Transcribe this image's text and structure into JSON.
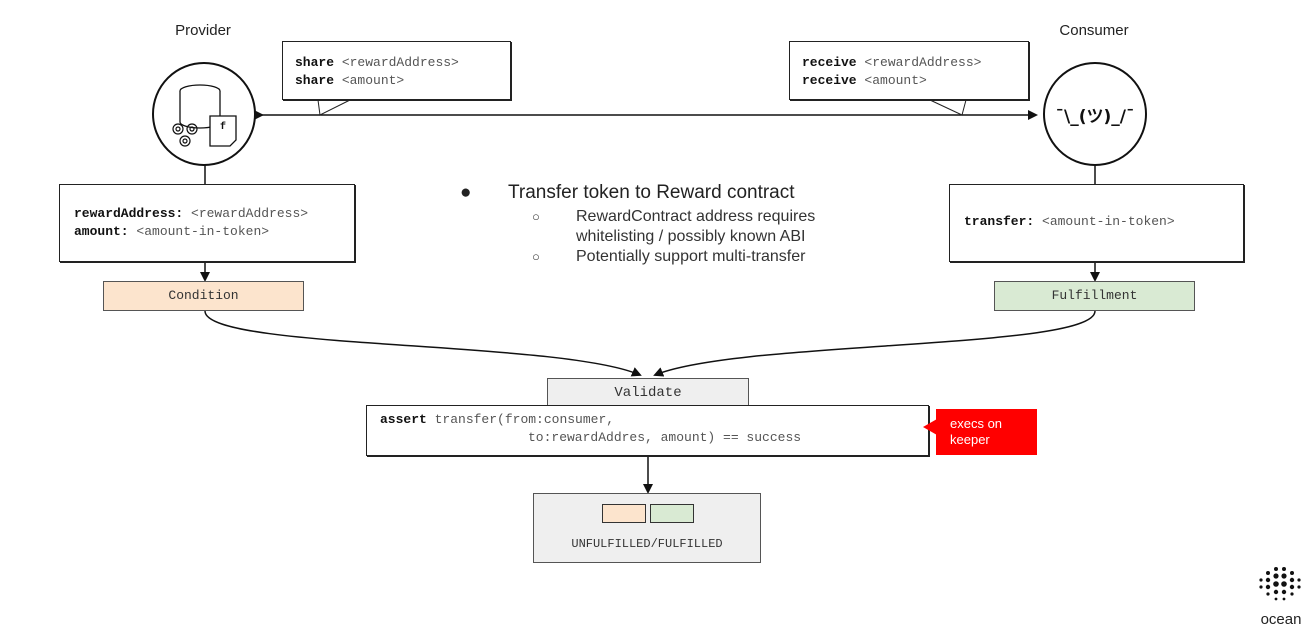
{
  "provider": {
    "label": "Provider",
    "doc_glyph": "f",
    "note": {
      "line1_kw": "rewardAddress:",
      "line1_arg": "<rewardAddress>",
      "line2_kw": "amount:",
      "line2_arg": "<amount-in-token>"
    },
    "tag": "Condition",
    "tag_color": "#fce4cd"
  },
  "consumer": {
    "label": "Consumer",
    "face": "¯\\_(ツ)_/¯",
    "note": {
      "line1_kw": "transfer:",
      "line1_arg": "<amount-in-token>"
    },
    "tag": "Fulfillment",
    "tag_color": "#d9ead3"
  },
  "share_box": {
    "line1_kw": "share",
    "line1_arg": "<rewardAddress>",
    "line2_kw": "share",
    "line2_arg": "<amount>"
  },
  "receive_box": {
    "line1_kw": "receive",
    "line1_arg": "<rewardAddress>",
    "line2_kw": "receive",
    "line2_arg": "<amount>"
  },
  "bullets": {
    "main": "Transfer token to Reward contract",
    "sub1_line1": "RewardContract address requires",
    "sub1_line2": "whitelisting / possibly known ABI",
    "sub2": "Potentially support multi-transfer"
  },
  "validate": {
    "label": "Validate",
    "assert_kw": "assert",
    "assert_line1": "transfer(from:consumer,",
    "assert_line2": "to:rewardAddres, amount) == success"
  },
  "callout": {
    "line1": "execs on",
    "line2": "keeper",
    "color": "#ff0000"
  },
  "result": {
    "label": "UNFULFILLED/FULFILLED"
  },
  "logo": {
    "text": "ocean"
  }
}
